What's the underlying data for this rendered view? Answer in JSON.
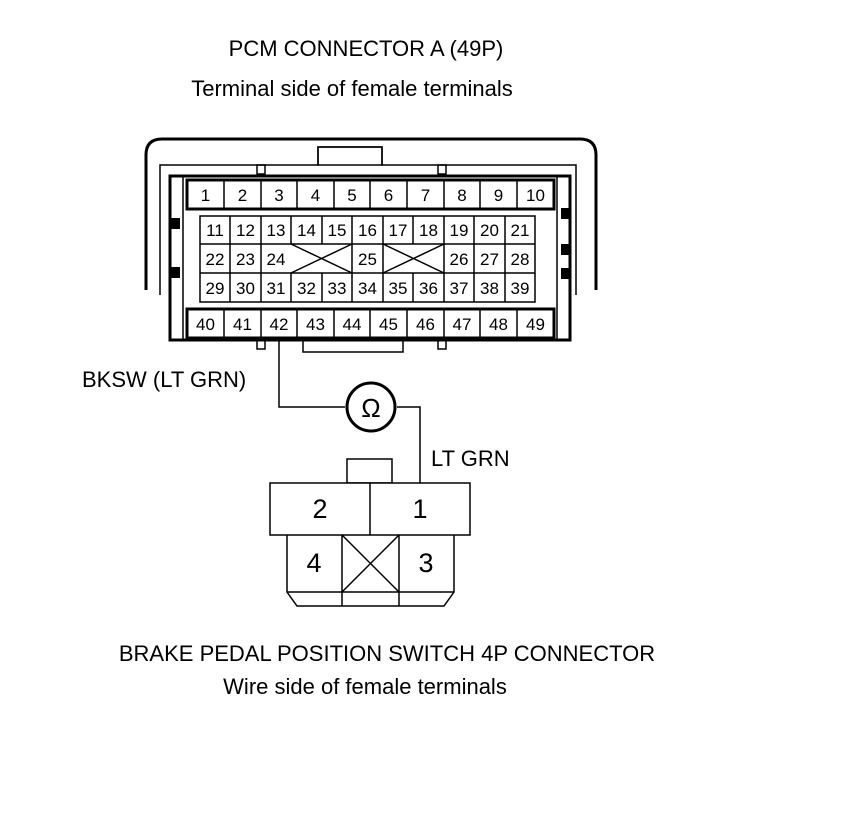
{
  "pcm": {
    "title": "PCM CONNECTOR A (49P)",
    "subtitle": "Terminal side of female terminals",
    "row1": [
      "1",
      "2",
      "3",
      "4",
      "5",
      "6",
      "7",
      "8",
      "9",
      "10"
    ],
    "row2": [
      "11",
      "12",
      "13",
      "14",
      "15",
      "16",
      "17",
      "18",
      "19",
      "20",
      "21"
    ],
    "row3": [
      "22",
      "23",
      "24",
      "25",
      "26",
      "27",
      "28"
    ],
    "row4": [
      "29",
      "30",
      "31",
      "32",
      "33",
      "34",
      "35",
      "36",
      "37",
      "38",
      "39"
    ],
    "row5": [
      "40",
      "41",
      "42",
      "43",
      "44",
      "45",
      "46",
      "47",
      "48",
      "49"
    ]
  },
  "wires": {
    "pcm_wire": "BKSW (LT GRN)",
    "switch_wire": "LT GRN",
    "meter_symbol": "Ω"
  },
  "switch": {
    "title": "BRAKE PEDAL POSITION SWITCH 4P CONNECTOR",
    "subtitle": "Wire side of female terminals",
    "pins": [
      "2",
      "1",
      "4",
      "3"
    ]
  }
}
